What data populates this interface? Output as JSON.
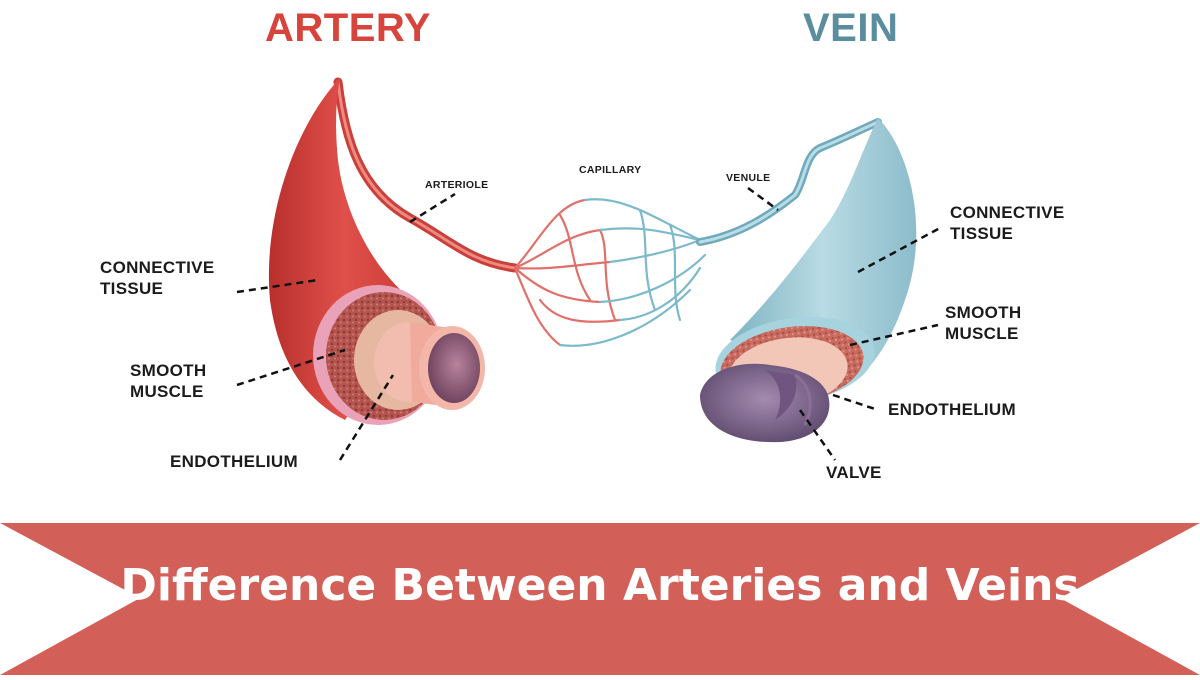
{
  "headings": {
    "artery": "ARTERY",
    "vein": "VEIN"
  },
  "artery_labels": {
    "connective_tissue": [
      "CONNECTIVE",
      "TISSUE"
    ],
    "smooth_muscle": [
      "SMOOTH",
      "MUSCLE"
    ],
    "endothelium": "ENDOTHELIUM",
    "arteriole": "ARTERIOLE"
  },
  "center_labels": {
    "capillary": "CAPILLARY",
    "venule": "VENULE"
  },
  "vein_labels": {
    "connective_tissue": [
      "CONNECTIVE",
      "TISSUE"
    ],
    "smooth_muscle": [
      "SMOOTH",
      "MUSCLE"
    ],
    "endothelium": "ENDOTHELIUM",
    "valve": "VALVE"
  },
  "banner": {
    "title": "Difference Between Arteries and Veins"
  },
  "colors": {
    "artery_heading": "#d7443c",
    "vein_heading": "#5a8d9e",
    "artery_body": "#d9413d",
    "vein_body": "#9fcad6",
    "banner": "#d36058"
  }
}
